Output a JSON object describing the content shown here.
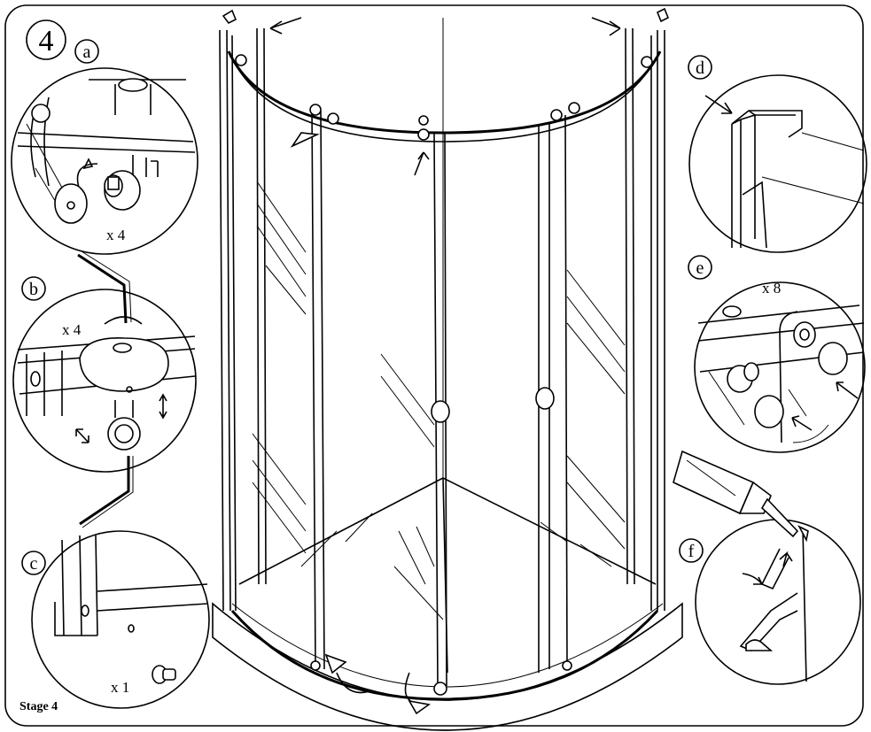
{
  "stage_number": "4",
  "stage_caption": "Stage 4",
  "steps": [
    {
      "id": "a",
      "quantity": "x 4",
      "icon": "cap-and-spindle-icon"
    },
    {
      "id": "b",
      "quantity": "x 4",
      "icon": "allen-key-bracket-icon"
    },
    {
      "id": "c",
      "quantity": "x 1",
      "icon": "screw-icon"
    },
    {
      "id": "d",
      "quantity": "",
      "icon": "door-seal-profile-icon"
    },
    {
      "id": "e",
      "quantity": "x 8",
      "icon": "roller-cap-icon"
    },
    {
      "id": "f",
      "quantity": "",
      "icon": "silicone-sealant-icon"
    }
  ],
  "colors": {
    "line": "#000000",
    "background": "#ffffff"
  }
}
